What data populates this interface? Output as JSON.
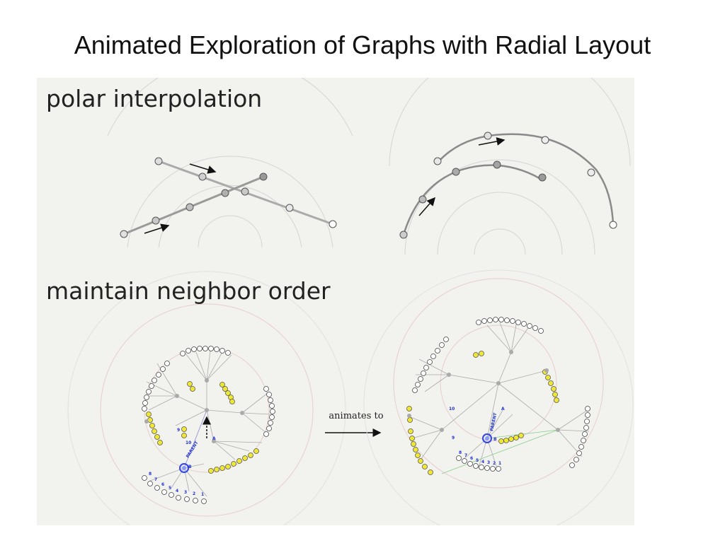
{
  "slide": {
    "title": "Animated Exploration of Graphs with Radial Layout"
  },
  "figure": {
    "polar_heading": "polar interpolation",
    "neighbor_heading": "maintain neighbor order",
    "arrow_caption": "animates to",
    "left_graph_labels": {
      "parent": "PARENT",
      "node_a": "A",
      "node_b": "B",
      "n9": "9",
      "n10": "10",
      "n8": "8",
      "n7": "7",
      "n6": "6",
      "n5": "5",
      "n4": "4",
      "n3": "3",
      "n2": "2",
      "n1": "1"
    },
    "right_graph_labels": {
      "parent": "PARENT",
      "node_a": "A",
      "node_b": "B",
      "n9": "9",
      "n10": "10",
      "n8": "8",
      "n7": "7",
      "n6": "6",
      "n5": "5",
      "n4": "4",
      "n3": "3",
      "n2": "2",
      "n1": "1"
    }
  },
  "colors": {
    "figure_bg": "#f2f3ef",
    "ring": "#d8d8d8",
    "node_yellow": "#f0e830",
    "label_blue": "#2233cc",
    "parent_ring": "#3344ee",
    "edge_green": "#88cc88"
  }
}
